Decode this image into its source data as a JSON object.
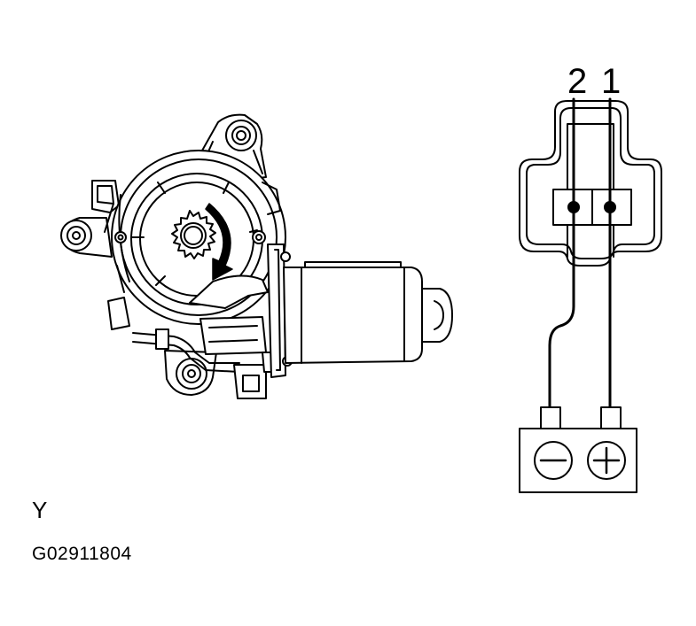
{
  "labels": {
    "pin_2": "2",
    "pin_1": "1",
    "view": "Y",
    "figure_code": "G02911804"
  },
  "terminals": {
    "negative_symbol": "−",
    "positive_symbol": "+"
  },
  "colors": {
    "ink": "#000000",
    "paper": "#ffffff"
  }
}
